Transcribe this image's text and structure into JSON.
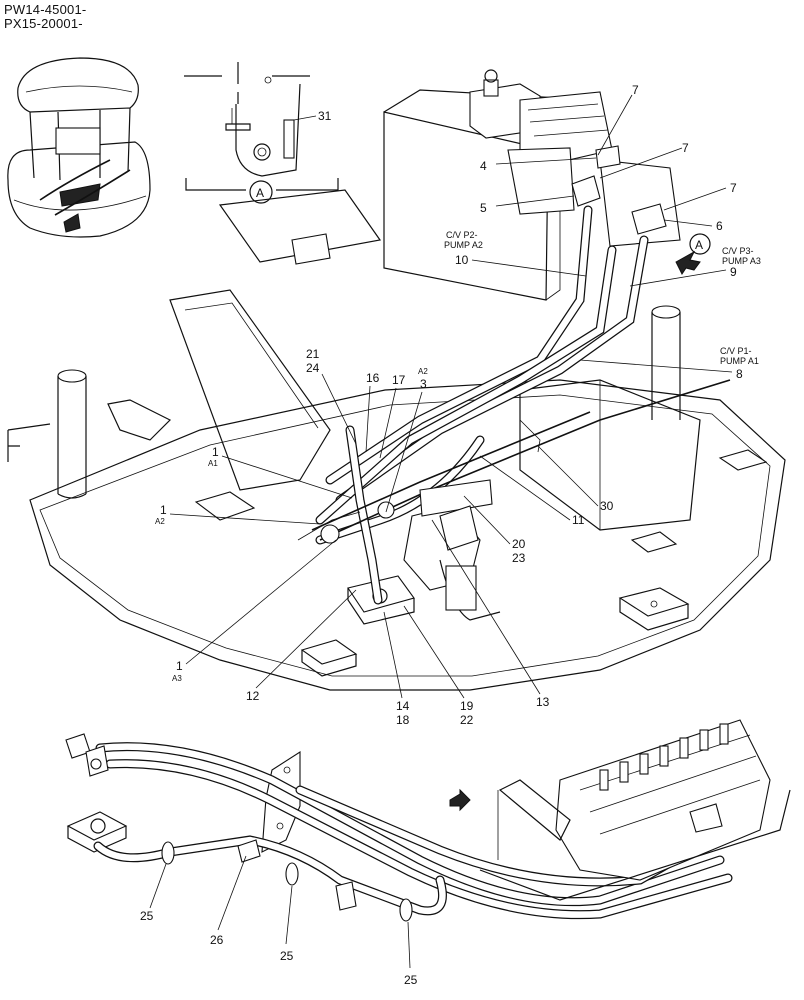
{
  "header": {
    "serial_1": "PW14-45001-",
    "serial_2": "PX15-20001-"
  },
  "detail": {
    "view_label": "A",
    "part_31": "31"
  },
  "callouts": {
    "c1_a1": "1",
    "c1_a1_sub": "A1",
    "c1_a2": "1",
    "c1_a2_sub": "A2",
    "c1_a3": "1",
    "c1_a3_sub": "A3",
    "c3": "3",
    "c3_sub": "A2",
    "c4": "4",
    "c5": "5",
    "c6": "6",
    "c7a": "7",
    "c7b": "7",
    "c7c": "7",
    "c8": "8",
    "c9": "9",
    "c10": "10",
    "c11": "11",
    "c12": "12",
    "c13": "13",
    "c14": "14",
    "c18": "18",
    "c16": "16",
    "c17": "17",
    "c19": "19",
    "c22": "22",
    "c20": "20",
    "c23": "23",
    "c21": "21",
    "c24": "24",
    "c25a": "25",
    "c25b": "25",
    "c25c": "25",
    "c26": "26",
    "c30": "30"
  },
  "notes": {
    "pump_a2_l1": "C/V P2-",
    "pump_a2_l2": "PUMP A2",
    "pump_a3_l1": "C/V P3-",
    "pump_a3_l2": "PUMP A3",
    "pump_a1_l1": "C/V P1-",
    "pump_a1_l2": "PUMP A1",
    "view_a_main": "A"
  }
}
